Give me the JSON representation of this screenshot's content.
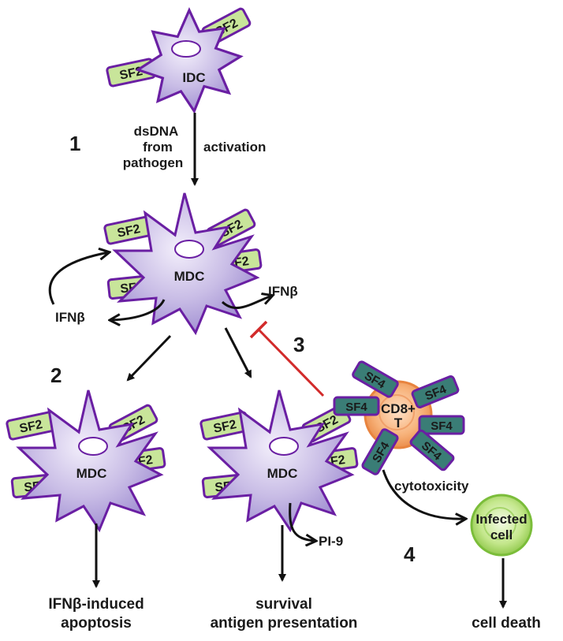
{
  "cells": {
    "idc": "IDC",
    "mdc": "MDC",
    "cd8_line1": "CD8+",
    "cd8_line2": "T",
    "infected_line1": "Infected",
    "infected_line2": "cell"
  },
  "receptors": {
    "sf2": "SF2",
    "sf4": "SF4"
  },
  "steps": {
    "s1": "1",
    "s2": "2",
    "s3": "3",
    "s4": "4"
  },
  "labels": {
    "dsdna_line1": "dsDNA",
    "dsdna_line2": "from",
    "dsdna_line3": "pathogen",
    "activation": "activation",
    "ifnb": "IFNβ",
    "pi9": "PI-9",
    "cytotoxicity": "cytotoxicity",
    "apoptosis_line1": "IFNβ-induced",
    "apoptosis_line2": "apoptosis",
    "survival_line1": "survival",
    "survival_line2": "antigen presentation",
    "cell_death": "cell death"
  },
  "colors": {
    "cell_fill": "#c9bde6",
    "cell_outline": "#6a1fa3",
    "sf2_fill": "#c8e59a",
    "sf4_fill": "#3a7d76",
    "receptor_outline": "#6a1fa3",
    "cd8_fill": "#f4a264",
    "infected_fill": "#9fd45a",
    "inhibit_line": "#d22b2b",
    "arrow": "#111111"
  }
}
